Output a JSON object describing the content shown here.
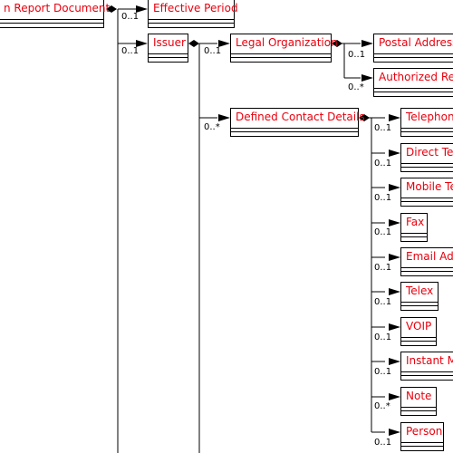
{
  "nodes": {
    "report_document": {
      "label": "n Report Document"
    },
    "effective_period": {
      "label": "Effective Period"
    },
    "issuer": {
      "label": "Issuer"
    },
    "legal_organization": {
      "label": "Legal Organization"
    },
    "postal_address": {
      "label": "Postal Address"
    },
    "authorized_reg": {
      "label": "Authorized Reg"
    },
    "defined_contact_details": {
      "label": "Defined Contact Details"
    },
    "telephone": {
      "label": "Telephon"
    },
    "direct_telephone": {
      "label": "Direct Te"
    },
    "mobile_telephone": {
      "label": "Mobile Te"
    },
    "fax": {
      "label": "Fax"
    },
    "email_address": {
      "label": "Email Add"
    },
    "telex": {
      "label": "Telex"
    },
    "voip": {
      "label": "VOIP"
    },
    "instant_messaging": {
      "label": "Instant M"
    },
    "note": {
      "label": "Note"
    },
    "person": {
      "label": "Person"
    }
  },
  "multiplicities": {
    "effective_period": "0..1",
    "issuer": "0..1",
    "legal_organization": "0..1",
    "postal_address": "0..1",
    "authorized_reg": "0..*",
    "defined_contact_details": "0..*",
    "telephone": "0..1",
    "direct_telephone": "0..1",
    "mobile_telephone": "0..1",
    "fax": "0..1",
    "email_address": "0..1",
    "telex": "0..1",
    "voip": "0..1",
    "instant_messaging": "0..1",
    "note": "0..*",
    "person": "0..1"
  },
  "colors": {
    "label": "#e8000d",
    "line": "#000000",
    "box_fill": "#ffffff"
  }
}
